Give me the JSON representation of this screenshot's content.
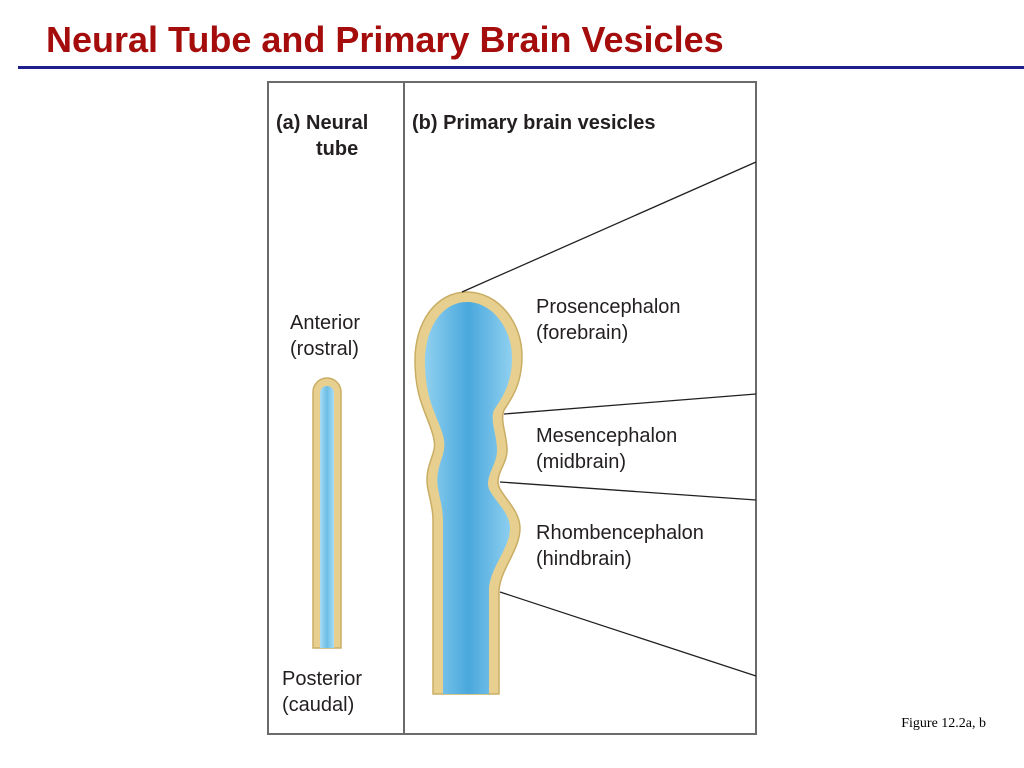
{
  "slide": {
    "title": "Neural Tube and Primary Brain Vesicles",
    "caption": "Figure 12.2a, b"
  },
  "figure": {
    "panel_a": {
      "label": "(a) Neural",
      "label_line2": "tube",
      "anterior": "Anterior",
      "anterior_sub": "(rostral)",
      "posterior": "Posterior",
      "posterior_sub": "(caudal)"
    },
    "panel_b": {
      "label": "(b) Primary brain vesicles",
      "vesicles": [
        {
          "name": "Prosencephalon",
          "common": "(forebrain)"
        },
        {
          "name": "Mesencephalon",
          "common": "(midbrain)"
        },
        {
          "name": "Rhombencephalon",
          "common": "(hindbrain)"
        }
      ]
    },
    "colors": {
      "wall": "#e6cf8f",
      "wall_edge": "#c9ad63",
      "lumen": "#5bb6e4",
      "lumen_dark": "#3f9fd6",
      "frame": "#6b6b6b",
      "title": "#a50d0d",
      "rule": "#1e1e8c"
    }
  }
}
